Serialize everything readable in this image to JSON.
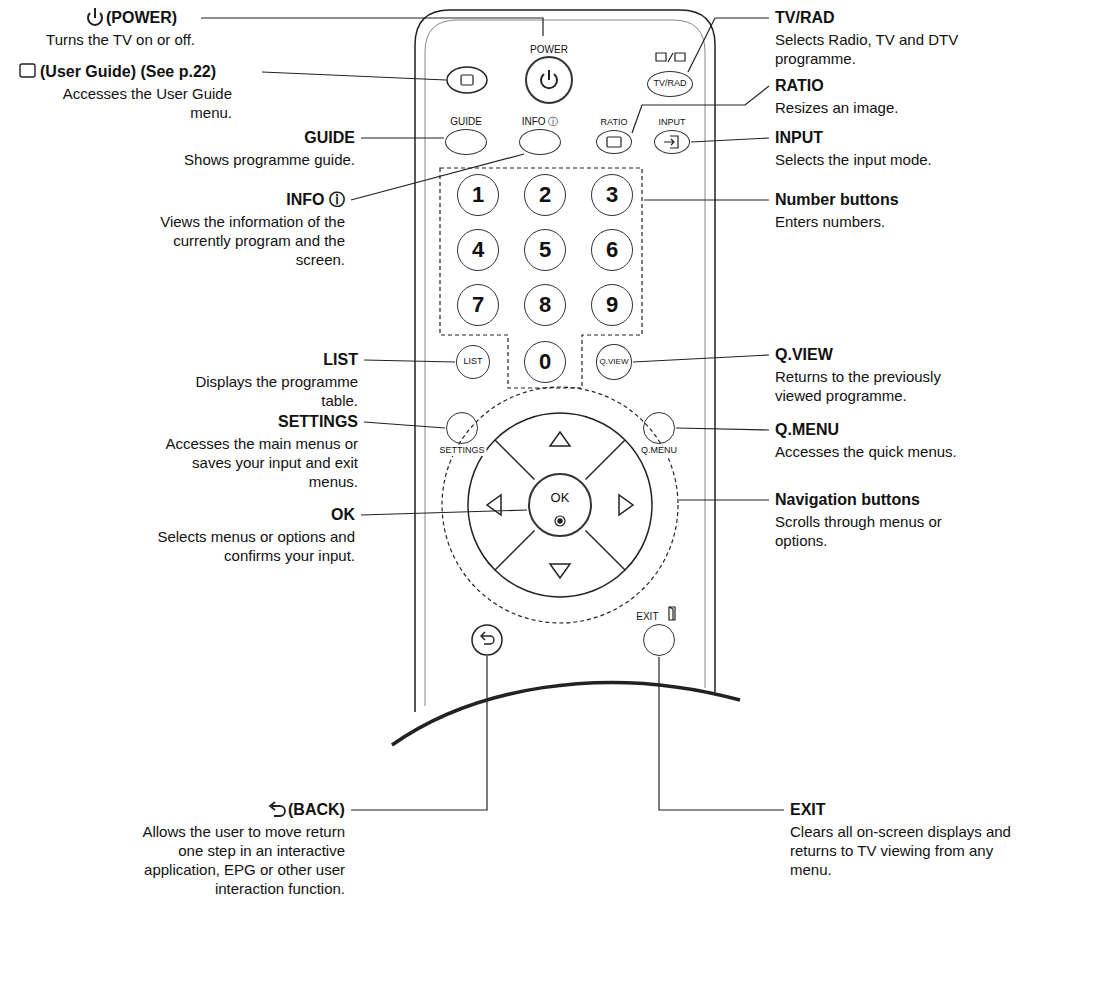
{
  "diagram": {
    "nodes": [
      {
        "text": [
          "POWER"
        ]
      },
      {
        "text": [
          "TV/RAD"
        ]
      },
      {
        "text": [
          "GUIDE"
        ]
      },
      {
        "text": [
          "INFO ⓘ"
        ]
      },
      {
        "text": [
          "RATIO"
        ]
      },
      {
        "text": [
          "INPUT"
        ]
      },
      {
        "text": [
          "1"
        ]
      },
      {
        "text": [
          "2"
        ]
      },
      {
        "text": [
          "3"
        ]
      },
      {
        "text": [
          "4"
        ]
      },
      {
        "text": [
          "5"
        ]
      },
      {
        "text": [
          "6"
        ]
      },
      {
        "text": [
          "7"
        ]
      },
      {
        "text": [
          "8"
        ]
      },
      {
        "text": [
          "9"
        ]
      },
      {
        "text": [
          "LIST"
        ]
      },
      {
        "text": [
          "0"
        ]
      },
      {
        "text": [
          "Q.VIEW"
        ]
      },
      {
        "text": [
          "SETTINGS"
        ]
      },
      {
        "text": [
          "Q.MENU"
        ]
      },
      {
        "text": [
          "OK"
        ]
      },
      {
        "text": [
          "EXIT"
        ]
      }
    ],
    "labels": [
      "(POWER)",
      "Turns the TV on or off.",
      "(User Guide) (See p.22)",
      "Accesses the User Guide menu.",
      "GUIDE",
      "Shows programme guide.",
      "INFO ⓘ",
      "Views the information of the currently program and the screen.",
      "LIST",
      "Displays the programme table.",
      "SETTINGS",
      "Accesses the main menus or saves your input and exit menus.",
      "OK",
      "Selects menus or options and confirms your input.",
      "(BACK)",
      "Allows the user to move return one step in an interactive application, EPG or other user interaction function.",
      "TV/RAD",
      "Selects Radio, TV and DTV programme.",
      "RATIO",
      "Resizes an image.",
      "INPUT",
      "Selects the input mode.",
      "Number buttons",
      "Enters numbers.",
      "Q.VIEW",
      "Returns to the previously viewed programme.",
      "Q.MENU",
      "Accesses the quick menus.",
      "Navigation buttons",
      "Scrolls through menus or options.",
      "EXIT",
      "Clears all on-screen displays and returns to TV viewing from any menu."
    ]
  }
}
